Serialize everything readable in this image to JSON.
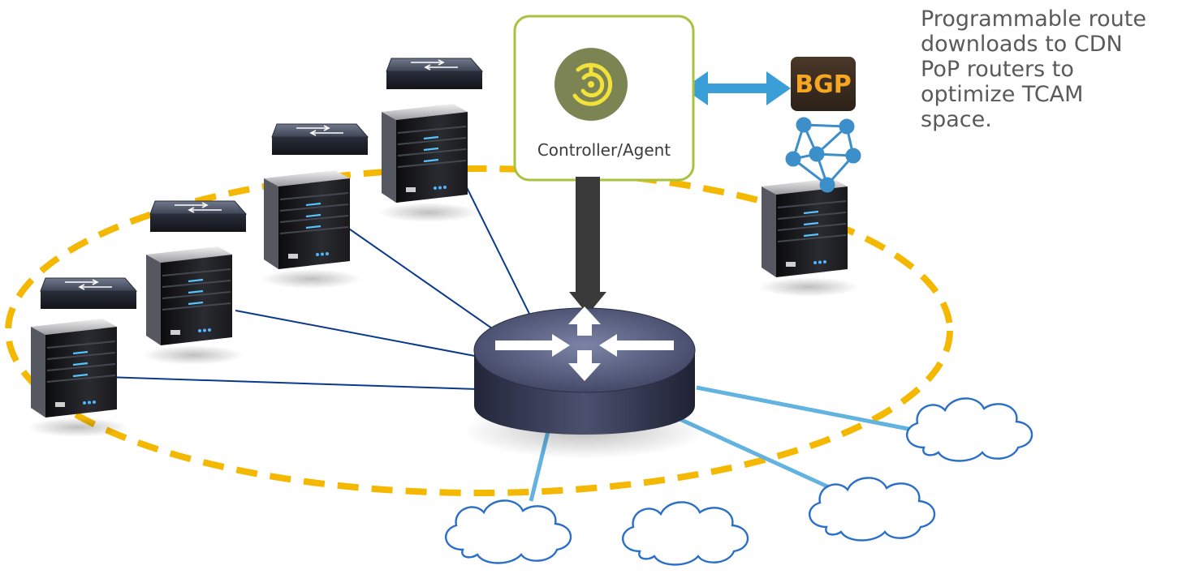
{
  "caption": {
    "lines": [
      "Programmable route",
      "downloads to CDN",
      "PoP routers to",
      "optimize TCAM",
      "space."
    ]
  },
  "controller": {
    "label": "Controller/Agent"
  },
  "bgp_badge": {
    "label": "BGP"
  },
  "colors": {
    "ring": "#f5b800",
    "controller_border": "#a9c23f",
    "controller_logo": "#7c8453",
    "bgp_bg": "#3b2c20",
    "bgp_text": "#f5a623",
    "arrow_bidirectional": "#3a9fd6",
    "push_arrow": "#3a3a3a",
    "server_link": "#0a3a8c",
    "cloud_link": "#62b3e0",
    "cloud_stroke": "#2a6fc8",
    "mesh": "#3d8fc9"
  },
  "icons": [
    "controller-logo-icon",
    "bgp-icon",
    "network-mesh-icon",
    "router-icon",
    "server-icon",
    "switch-icon",
    "cloud-icon"
  ]
}
